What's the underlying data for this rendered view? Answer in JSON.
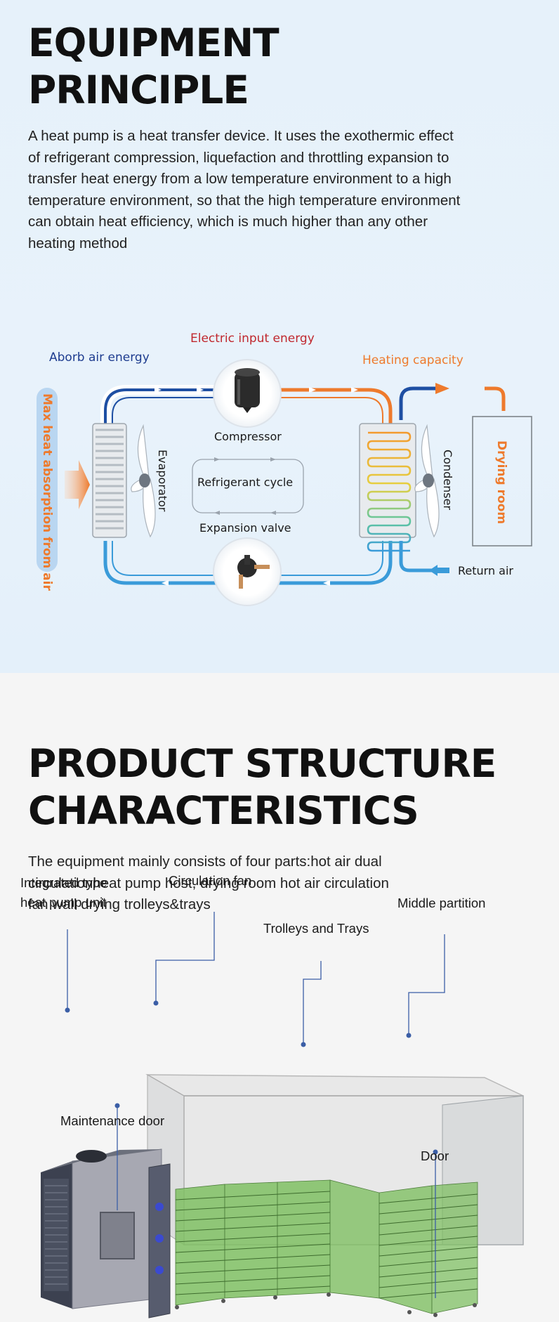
{
  "section1": {
    "heading": [
      "EQUIPMENT",
      "PRINCIPLE"
    ],
    "paragraph": [
      "A heat pump is a heat transfer device. It uses the exothermic effect",
      "of refrigerant compression, liquefaction and throttling expansion to",
      "transfer heat energy from a low temperature environment to a high",
      "temperature environment, so that the high temperature environment",
      "can obtain heat efficiency, which is much higher than any other",
      "heating method"
    ],
    "diagram": {
      "electric_input": "Electric input energy",
      "absorb_air": "Aborb air energy",
      "heating_capacity": "Heating capacity",
      "max_heat": "Max heat absorption from air",
      "evaporator": "Evaporator",
      "compressor": "Compressor",
      "refrigerant_cycle": "Refrigerant cycle",
      "expansion_valve": "Expansion valve",
      "condenser": "Condenser",
      "drying_room": "Drying room",
      "return_air": "Return air",
      "colors": {
        "blue": "#1e4fa3",
        "orange": "#ee7a2c",
        "red": "#c0282e",
        "light_blue": "#3a9bd9"
      }
    }
  },
  "section2": {
    "heading": [
      "PRODUCT STRUCTURE",
      "CHARACTERISTICS"
    ],
    "paragraph": [
      "The equipment mainly consists of four parts:hot air dual",
      "circulationheat pump host, drying room hot air circulation",
      "fan wall drying trolleys&trays"
    ],
    "labels": {
      "integrated_1": "Integrated type",
      "integrated_2": "heat pump unit",
      "circulation_fan": "Circulation fan",
      "middle_partition": "Middle partition",
      "trolleys": "Trolleys and Trays",
      "maintenance_door": "Maintenance door",
      "door": "Door"
    }
  }
}
